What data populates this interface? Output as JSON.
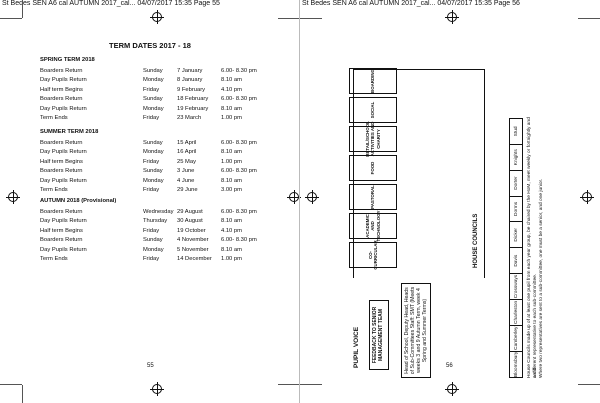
{
  "header": {
    "left": "St Bedes SEN A6 cal AUTUMN 2017_cal... 04/07/2017 15:35 Page 55",
    "right": "St Bedes SEN A6 cal AUTUMN 2017_cal... 04/07/2017 15:35 Page 56"
  },
  "term_dates": {
    "title": "TERM DATES 2017 - 18",
    "sections": [
      {
        "heading": "SPRING TERM 2018",
        "rows": [
          {
            "event": "Boarders Return",
            "day": "Sunday",
            "date": "7 January",
            "time": "6.00- 8.30 pm"
          },
          {
            "event": "Day Pupils Return",
            "day": "Monday",
            "date": "8 January",
            "time": "8.10 am"
          },
          {
            "event": "Half term Begins",
            "day": "Friday",
            "date": "9 February",
            "time": "4.10 pm"
          },
          {
            "event": "Boarders Return",
            "day": "Sunday",
            "date": "18 February",
            "time": "6.00- 8.30 pm"
          },
          {
            "event": "Day Pupils Return",
            "day": "Monday",
            "date": "19 February",
            "time": "8.10 am"
          },
          {
            "event": "Term Ends",
            "day": "Friday",
            "date": "23 March",
            "time": "1.00 pm"
          }
        ]
      },
      {
        "heading": "SUMMER TERM 2018",
        "rows": [
          {
            "event": "Boarders Return",
            "day": "Sunday",
            "date": "15 April",
            "time": "6.00- 8.30 pm"
          },
          {
            "event": "Day Pupils Return",
            "day": "Monday",
            "date": "16 April",
            "time": "8.10 am"
          },
          {
            "event": "Half term Begins",
            "day": "Friday",
            "date": "25 May",
            "time": "1.00 pm"
          },
          {
            "event": "Boarders Return",
            "day": "Sunday",
            "date": "3 June",
            "time": "6.00- 8.30 pm"
          },
          {
            "event": "Day Pupils Return",
            "day": "Monday",
            "date": "4 June",
            "time": "8.10 am"
          },
          {
            "event": "Term Ends",
            "day": "Friday",
            "date": "29 June",
            "time": "3.00 pm"
          }
        ]
      },
      {
        "heading": "AUTUMN 2018 (Provisional)",
        "rows": [
          {
            "event": "Boarders Return",
            "day": "Wednesday",
            "date": "29 August",
            "time": "6.00- 8.30 pm"
          },
          {
            "event": "Day Pupils Return",
            "day": "Thursday",
            "date": "30 August",
            "time": "8.10 am"
          },
          {
            "event": "Half term Begins",
            "day": "Friday",
            "date": "19 October",
            "time": "4.10 pm"
          },
          {
            "event": "Boarders Return",
            "day": "Sunday",
            "date": "4 November",
            "time": "6.00- 8.30 pm"
          },
          {
            "event": "Day Pupils Return",
            "day": "Monday",
            "date": "5 November",
            "time": "8.10 am"
          },
          {
            "event": "Term Ends",
            "day": "Friday",
            "date": "14 December",
            "time": "1.00 pm"
          }
        ]
      }
    ],
    "page_number": "55"
  },
  "pupil_voice": {
    "title": "PUPIL VOICE",
    "feedback_box": "FEEDBACK TO SENIOR MANAGEMENT TEAM",
    "head_box": "Head of School, Deputy Head, Heads of Sub-Committees Staff: SMT (Meets weeks 3 and 9 Autumn Term, week 4 Spring and Summer Terms)",
    "committees": [
      "CO-CURRICULAR",
      "ACADEMIC AND TECHNOLOGY",
      "PASTORAL",
      "FOOD",
      "RETAIL/SCHOOL ACTIVITIES AND CHARITY",
      "SOCIAL",
      "BOARDING"
    ],
    "house_councils_title": "HOUSE COUNCILS",
    "houses": [
      "Bloomsbury",
      "Camberley",
      "Charleston",
      "Crossways",
      "Davis",
      "Dicker",
      "Dorms",
      "Dorter",
      "Knights",
      "Stud"
    ],
    "notes": [
      "House Councils made up of at least one pupil from each year group, be chaired by the HoM, meet weekly or fortnightly and send",
      "a different representative to each sub-committee.",
      "Where two representatives are sent to a sub-committee, one must be a senior, and one junior."
    ],
    "page_number": "56"
  }
}
